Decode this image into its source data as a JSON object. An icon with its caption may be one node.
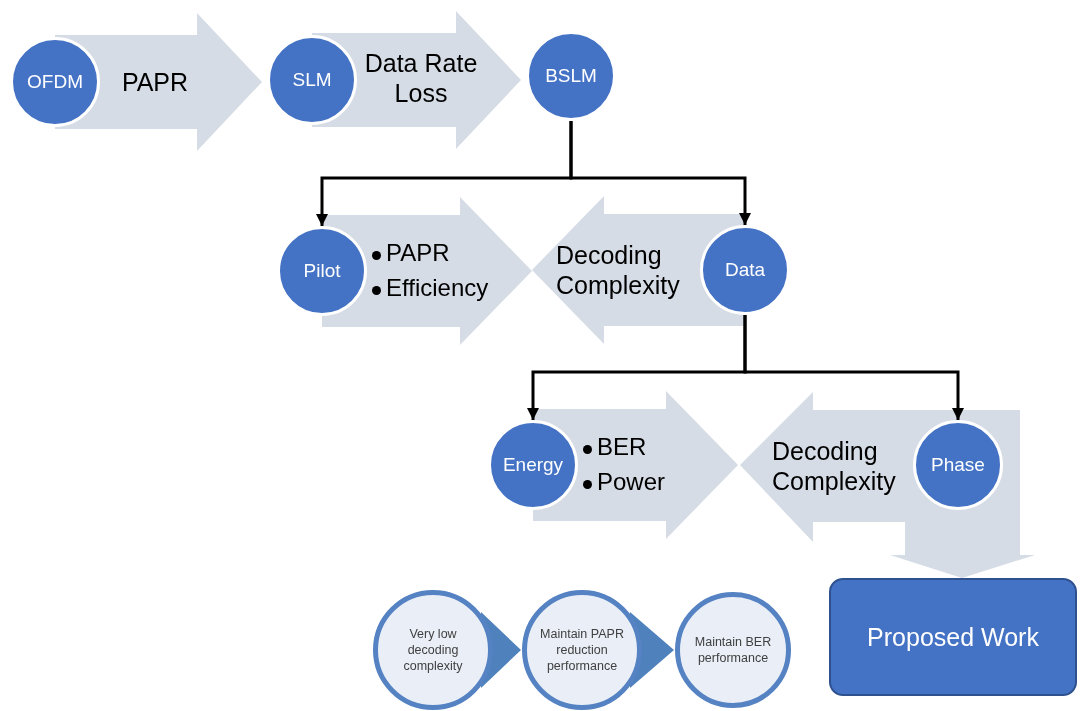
{
  "diagram": {
    "nodes": [
      {
        "text": [
          "OFDM"
        ]
      },
      {
        "text": [
          "SLM"
        ]
      },
      {
        "text": [
          "BSLM"
        ]
      },
      {
        "text": [
          "Pilot"
        ],
        "beside": [
          "PAPR",
          "Efficiency"
        ]
      },
      {
        "text": [
          "Data"
        ]
      },
      {
        "text": [
          "Energy"
        ],
        "beside": [
          "BER",
          "Power"
        ]
      },
      {
        "text": [
          "Phase"
        ]
      },
      {
        "text": [
          "Proposed Work"
        ]
      },
      {
        "text": [
          "Very low decoding complexity"
        ]
      },
      {
        "text": [
          "Maintain PAPR reduction performance"
        ]
      },
      {
        "text": [
          "Maintain BER performance"
        ]
      }
    ],
    "edges": [
      {
        "from": 0,
        "to": 1,
        "arrow": "to",
        "label": "PAPR",
        "style": "thick"
      },
      {
        "from": 1,
        "to": 2,
        "arrow": "to",
        "label": "Data Rate Loss",
        "style": "thick"
      },
      {
        "from": 3,
        "to": null,
        "arrow": "to",
        "style": "thick"
      },
      {
        "from": 4,
        "to": null,
        "arrow": "to",
        "label": "Decoding Complexity",
        "style": "thick"
      },
      {
        "from": 5,
        "to": null,
        "arrow": "to",
        "style": "thick"
      },
      {
        "from": 6,
        "to": 7,
        "arrow": "to",
        "label": "Decoding Complexity",
        "style": "thick"
      },
      {
        "from": 2,
        "to": 3,
        "arrow": "to"
      },
      {
        "from": 2,
        "to": 4,
        "arrow": "to"
      },
      {
        "from": 4,
        "to": 5,
        "arrow": "to"
      },
      {
        "from": 4,
        "to": 6,
        "arrow": "to"
      },
      {
        "from": 8,
        "to": 9,
        "arrow": "to"
      },
      {
        "from": 9,
        "to": 10,
        "arrow": "to"
      }
    ]
  }
}
